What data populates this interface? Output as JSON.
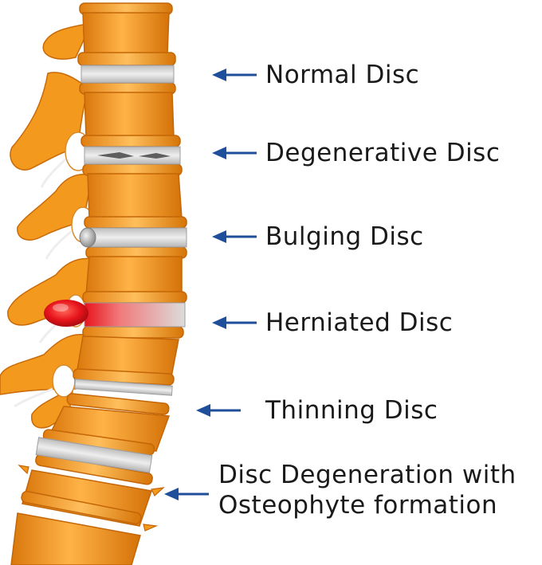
{
  "labels": {
    "normal": "Normal Disc",
    "degenerative": "Degenerative Disc",
    "bulging": "Bulging Disc",
    "herniated": "Herniated Disc",
    "thinning": "Thinning Disc",
    "osteophyte_line1": "Disc Degeneration with",
    "osteophyte_line2": "Osteophyte formation"
  },
  "colors": {
    "bone": "#f39a1e",
    "bone_light": "#ffc36a",
    "bone_dark": "#c96a08",
    "disc": "#d4d4d4",
    "arrow": "#1f4f9a",
    "herniation": "#e8141c"
  }
}
